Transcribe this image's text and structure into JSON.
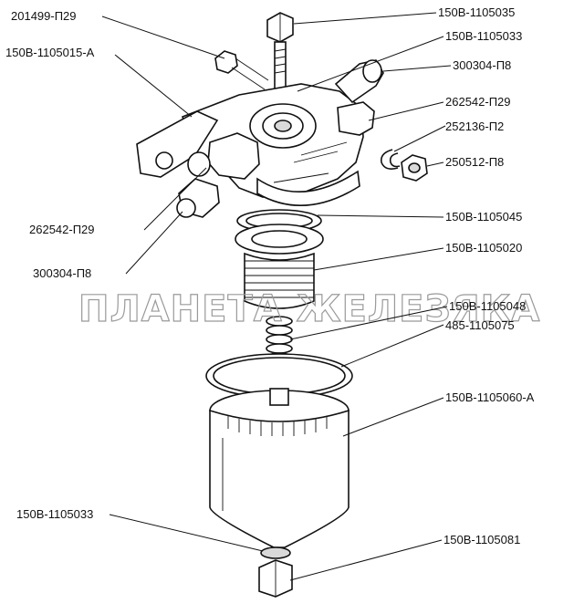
{
  "watermark": "ПЛАНЕТА ЖЕЛЕЗЯКА",
  "labels": {
    "l1": "201499-П29",
    "l2": "150В-1105035",
    "l3": "150В-1105033",
    "l4": "150В-1105015-А",
    "l5": "300304-П8",
    "l6": "262542-П29",
    "l7": "252136-П2",
    "l8": "250512-П8",
    "l9": "262542-П29",
    "l10": "150В-1105045",
    "l11": "300304-П8",
    "l12": "150В-1105020",
    "l13": "150В-1105048",
    "l14": "485-1105075",
    "l15": "150В-1105060-А",
    "l16": "150В-1105033",
    "l17": "150В-1105081"
  }
}
